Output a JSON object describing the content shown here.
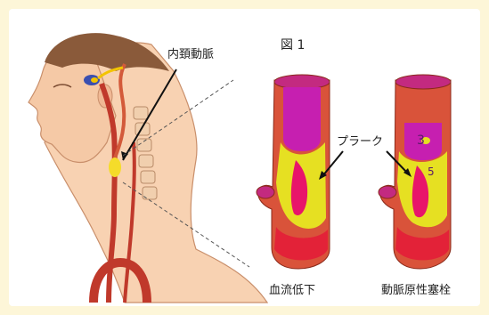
{
  "figure": {
    "number_label": "図 1",
    "artery_label": "内頚動脈",
    "plaque_label": "プラーク",
    "left_caption": "血流低下",
    "right_caption": "動脈原性塞栓",
    "embolus_marks": [
      "3",
      "5"
    ]
  }
}
